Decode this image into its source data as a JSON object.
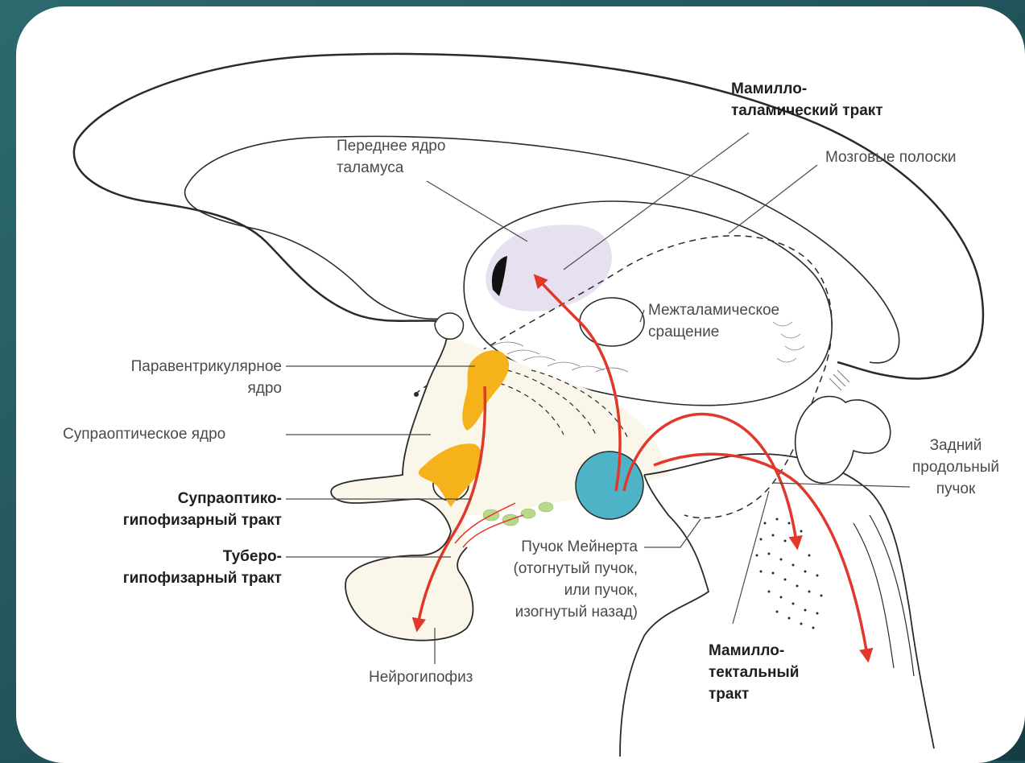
{
  "theme": {
    "background": "#1f4f57",
    "card": "#ffffff",
    "outline": "#2a2a2a",
    "tract_red": "#e0392b",
    "nucleus_orange": "#f5b21b",
    "mammillary_body_blue": "#4fb3c8",
    "green_cells": "#b9d98a",
    "thalamus_lavender": "#ddd6ec"
  },
  "labels": {
    "mamillo_thalamic": "Мамилло-\nталамический тракт",
    "anterior_nucleus": "Переднее ядро\nталамуса",
    "stria_medullaris": "Мозговые полоски",
    "interthalamic": "Межталамическое\nсращение",
    "paraventricular": "Паравентрикулярное\nядро",
    "supraoptic_nucleus": "Супраоптическое ядро",
    "supraoptic_hypophyseal": "Супраоптико-\nгипофизарный тракт",
    "tubero_hypophyseal": "Туберо-\nгипофизарный тракт",
    "posterior_longitudinal": "Задний\nпродольный\nпучок",
    "meynert": "Пучок Мейнерта\n(отогнутый пучок,\nили пучок,\nизогнутый назад)",
    "neurohypophysis": "Нейрогипофиз",
    "mamillo_tectal": "Мамилло-\nтектальный\nтракт"
  }
}
